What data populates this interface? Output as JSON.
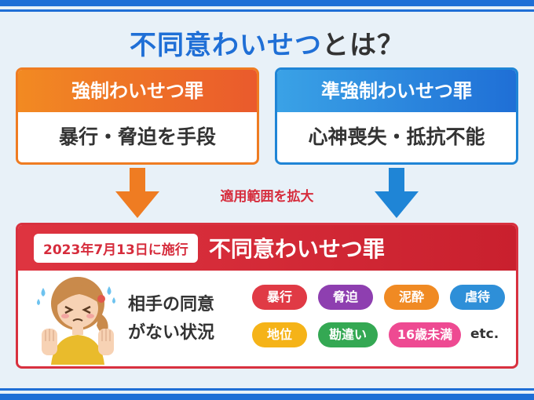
{
  "title": {
    "highlight": "不同意わいせつ",
    "rest": "とは？"
  },
  "left_box": {
    "header": "強制わいせつ罪",
    "body": "暴行・脅迫を手段"
  },
  "right_box": {
    "header": "準強制わいせつ罪",
    "body": "心神喪失・抵抗不能"
  },
  "expansion_label": "適用範囲を拡大",
  "main": {
    "date": "2023年7月13日に施行",
    "name": "不同意わいせつ罪",
    "condition_line1": "相手の同意",
    "condition_line2": "がない状況",
    "tags": [
      {
        "label": "暴行",
        "color": "#e03a45"
      },
      {
        "label": "脅迫",
        "color": "#8e3fb0"
      },
      {
        "label": "泥酔",
        "color": "#f08a23"
      },
      {
        "label": "虐待",
        "color": "#2e8fd8"
      },
      {
        "label": "地位",
        "color": "#f5b318"
      },
      {
        "label": "勘違い",
        "color": "#34a853"
      },
      {
        "label": "16歳未満",
        "color": "#ee4a92"
      }
    ],
    "etc": "etc."
  },
  "colors": {
    "brand_blue": "#1f6fd6",
    "orange": "#ef7c22",
    "sky_blue": "#1f85d6",
    "red": "#d8313f"
  }
}
